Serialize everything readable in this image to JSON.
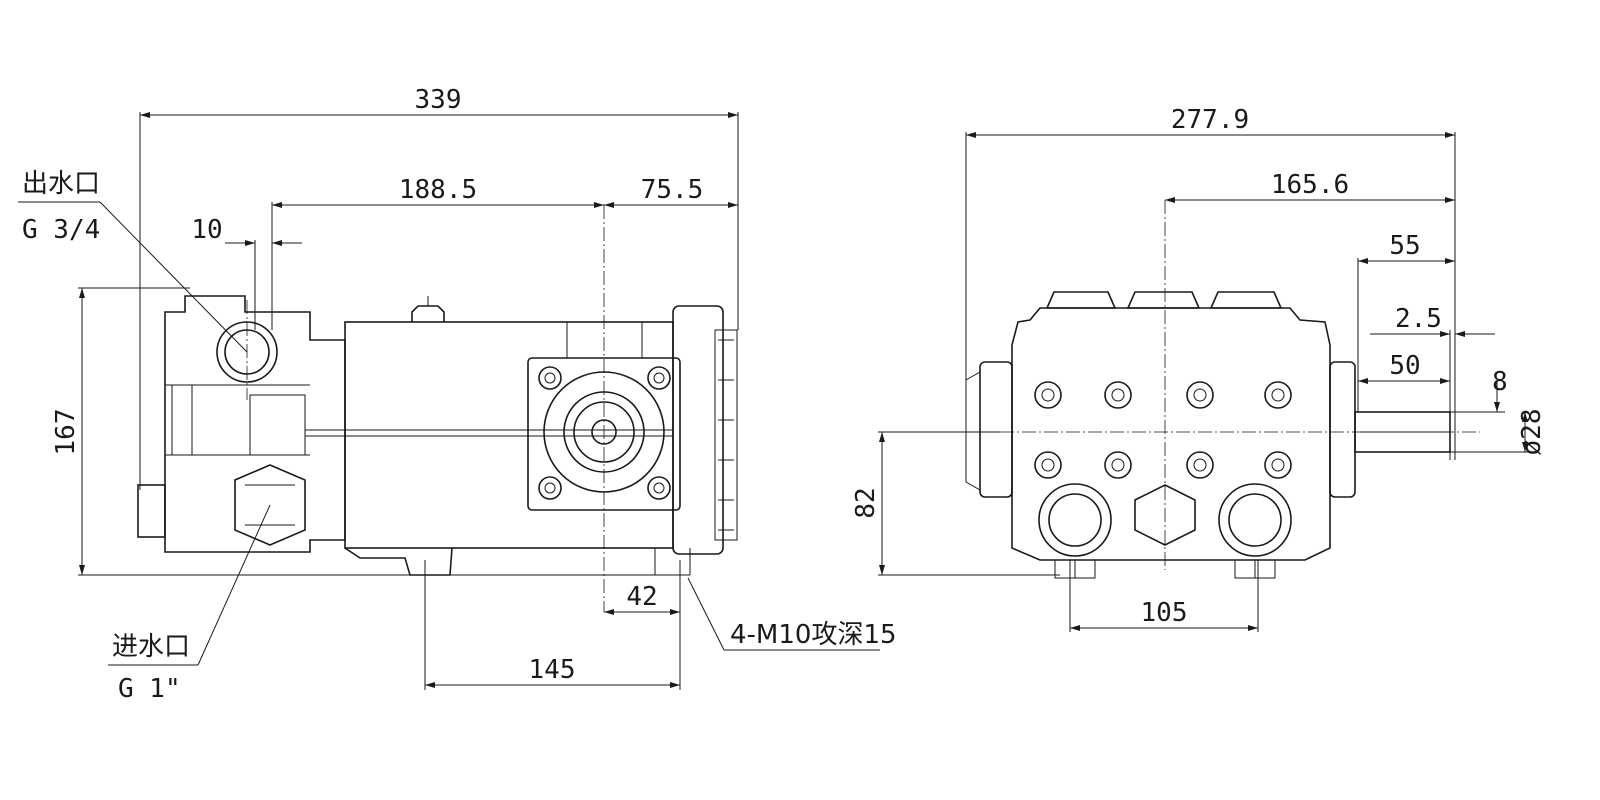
{
  "side_view": {
    "dim_overall_length": "339",
    "dim_188": "188.5",
    "dim_75": "75.5",
    "dim_10": "10",
    "dim_height": "167",
    "dim_42": "42",
    "dim_145": "145",
    "outlet_label": "出水口",
    "outlet_thread": "G 3/4",
    "inlet_label": "进水口",
    "inlet_thread": "G 1\"",
    "mount_note": "4-M10攻深15"
  },
  "end_view": {
    "dim_overall_width": "277.9",
    "dim_165": "165.6",
    "dim_55": "55",
    "dim_2_5": "2.5",
    "dim_50": "50",
    "dim_8": "8",
    "dim_shaft_dia": "ø28",
    "dim_82": "82",
    "dim_105": "105"
  }
}
